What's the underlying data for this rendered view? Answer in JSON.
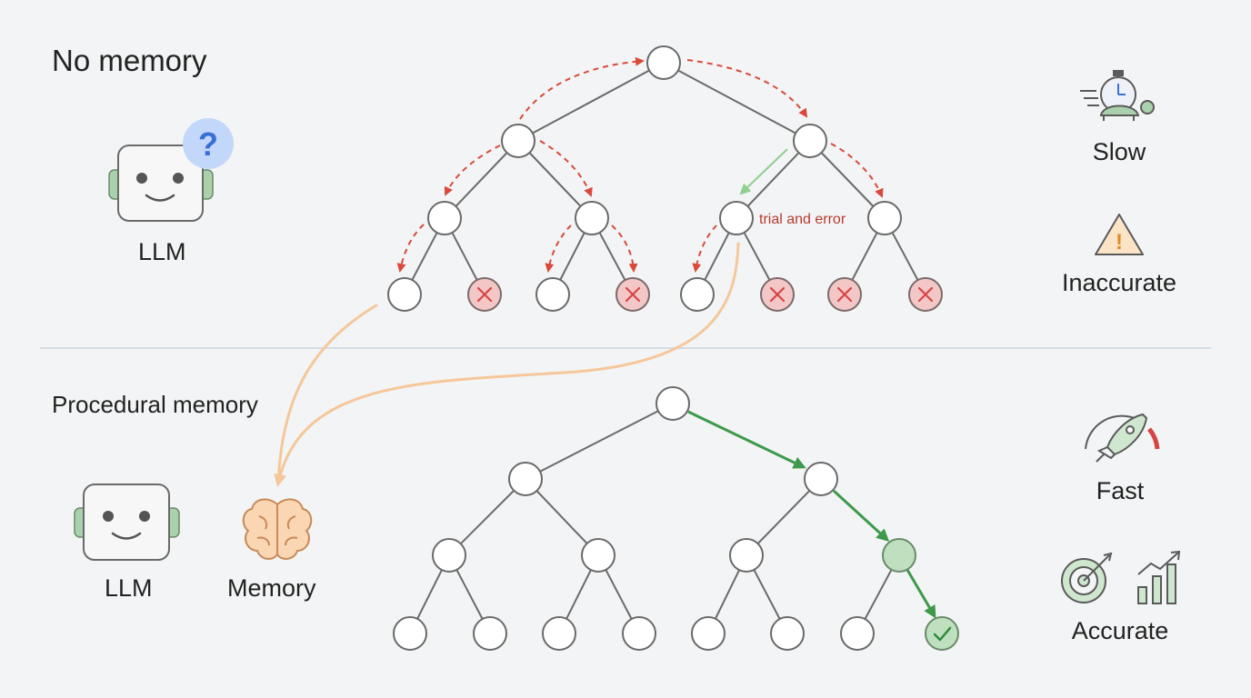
{
  "top": {
    "title": "No memory",
    "agent_label": "LLM",
    "question_mark": "?",
    "annotation": "trial and error",
    "metrics": [
      {
        "label": "Slow",
        "icon": "stopwatch-turtle-icon"
      },
      {
        "label": "Inaccurate",
        "icon": "warning-triangle-icon"
      }
    ],
    "warning_mark": "!"
  },
  "bottom": {
    "title": "Procedural memory",
    "agent_label": "LLM",
    "memory_label": "Memory",
    "metrics": [
      {
        "label": "Fast",
        "icon": "rocket-speedometer-icon"
      },
      {
        "label": "Accurate",
        "icon": "target-chart-icon"
      }
    ]
  },
  "colors": {
    "failed_node": "#f4c7c7",
    "failed_mark": "#d64545",
    "exploration_arrow": "#d94a3a",
    "memory_flow": "#f5c79a",
    "success_path": "#3d9a4a",
    "success_node": "#bfe0bf",
    "robot_ear": "#a9d1ab",
    "question_badge": "#c3d7fb"
  }
}
